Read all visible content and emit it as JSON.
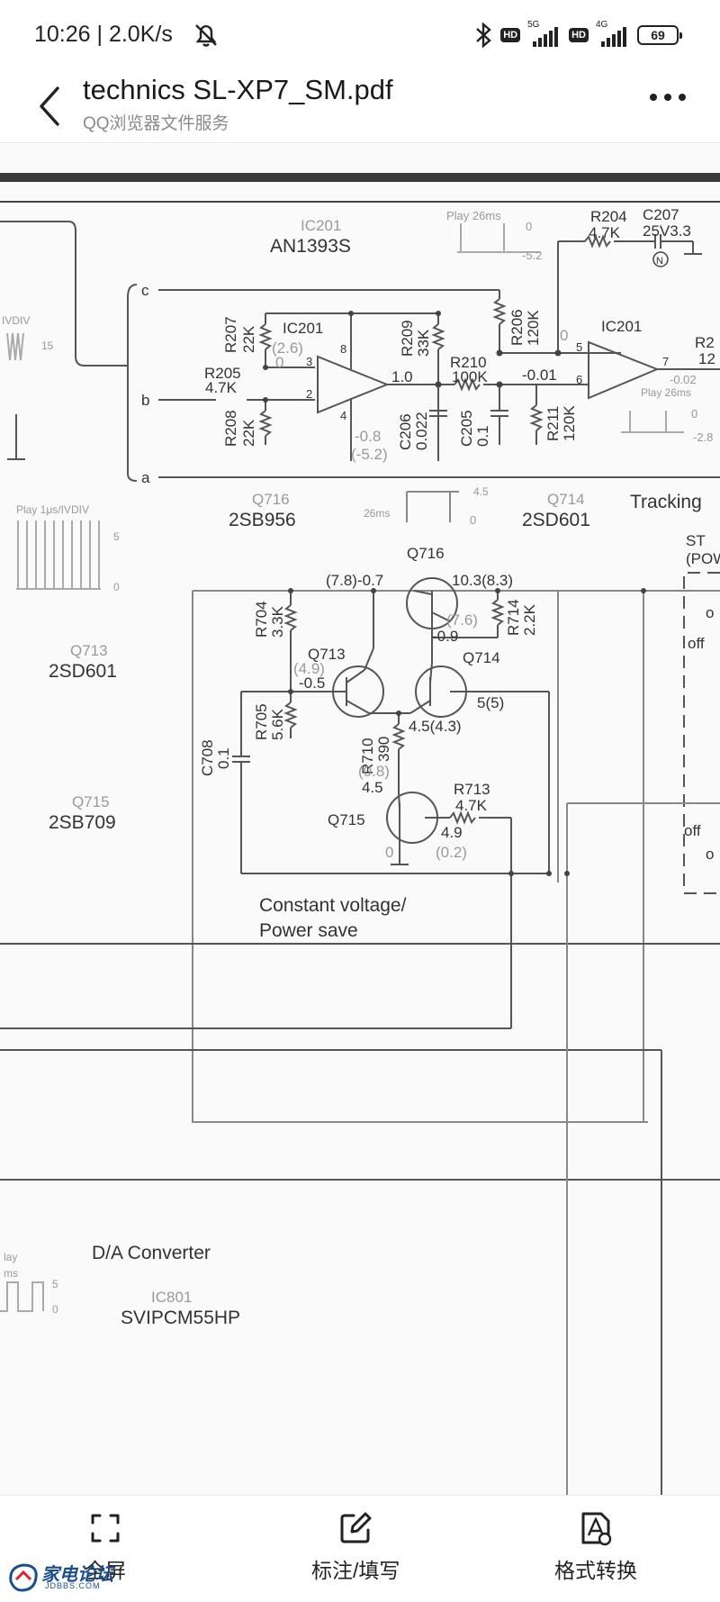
{
  "status_bar": {
    "time": "10:26 | 2.0K/s",
    "network_1": "5G",
    "network_2": "4G",
    "hd_label": "HD",
    "battery": "69",
    "icons": [
      "mute-bell-icon",
      "bluetooth-icon",
      "signal-icon",
      "battery-icon"
    ]
  },
  "header": {
    "title": "technics SL-XP7_SM.pdf",
    "subtitle": "QQ浏览器文件服务"
  },
  "schematic": {
    "labels": {
      "ic201_top": "IC201",
      "an1393s": "AN1393S",
      "play26ms_top": "Play 26ms",
      "v0_top": "0",
      "v_neg52": "-5.2",
      "r204": "R204",
      "r204_val": "4.7K",
      "c207": "C207",
      "c207_val": "25V3.3",
      "n_mark": "N",
      "node_c": "c",
      "node_b": "b",
      "node_a": "a",
      "ivdiv_left": "IVDIV",
      "v15": "15",
      "r207": "R207",
      "r207_val": "22K",
      "ic201_mid": "IC201",
      "v26": "(2.6)",
      "v0_a": "0",
      "pin3": "3",
      "pin2": "2",
      "pin8": "8",
      "pin4": "4",
      "r205": "R205",
      "r205_val": "4.7K",
      "r208": "R208",
      "r208_val": "22K",
      "r209": "R209",
      "r209_val": "33K",
      "v10": "1.0",
      "r210": "R210",
      "r210_val": "100K",
      "r206": "R206",
      "r206_val": "120K",
      "c206": "C206",
      "c206_val": "0.022",
      "c205": "C205",
      "c205_val": "0.1",
      "v_neg08": "-0.8",
      "v_neg52b": "(-5.2)",
      "v_neg001": "-0.01",
      "v0_b": "0",
      "r211": "R211",
      "r211_val": "120K",
      "ic201_right": "IC201",
      "pin5": "5",
      "pin6": "6",
      "pin7": "7",
      "r2x": "R2",
      "r2x_val": "12",
      "v_neg002": "-0.02",
      "play26ms_right": "Play 26ms",
      "v0_c": "0",
      "v_neg28": "-2.8",
      "q716_top": "Q716",
      "sb956": "2SB956",
      "ms26": "26ms",
      "v45_top": "4.5",
      "v0_d": "0",
      "q714_top": "Q714",
      "sd601_top": "2SD601",
      "tracking": "Tracking",
      "st_label": "ST",
      "pow_label": "(POW",
      "play1us": "Play 1μs/IVDIV",
      "v5_left": "5",
      "v0_left": "0",
      "q716": "Q716",
      "v78": "(7.8)-0.7",
      "v103": "10.3(8.3)",
      "r704": "R704",
      "r704_val": "3.3K",
      "r714": "R714",
      "r714_val": "2.2K",
      "v76": "(7.6)",
      "v_neg09": "-0.9",
      "q713_left": "Q713",
      "sd601_left": "2SD601",
      "q713": "Q713",
      "q714": "Q714",
      "v49a": "(4.9)",
      "v_neg05": "-0.5",
      "v55": "5(5)",
      "r705": "R705",
      "r705_val": "5.6K",
      "v4543": "4.5(4.3)",
      "r710": "R710",
      "r710_val": "390",
      "v08": "(0.8)",
      "v45b": "4.5",
      "c708": "C708",
      "c708_val": "0.1",
      "q715_left": "Q715",
      "sb709": "2SB709",
      "q715": "Q715",
      "r713": "R713",
      "r713_val": "4.7K",
      "v49": "4.9",
      "v02": "(0.2)",
      "v0_e": "0",
      "off1": "off",
      "off2": "off",
      "o1": "o",
      "o2": "o",
      "constant_voltage": "Constant voltage/",
      "power_save": "Power save",
      "da_converter": "D/A Converter",
      "ic801": "IC801",
      "svi_pcm": "SVIPCM55HP",
      "play_bottom": "lay",
      "ms_bottom": "ms",
      "v5_bottom": "5",
      "v0_bottom": "0"
    }
  },
  "toolbar": {
    "fullscreen": "全屏",
    "annotate": "标注/填写",
    "convert": "格式转换"
  },
  "watermark": {
    "main": "家电论坛",
    "sub": "JDBBS.COM"
  }
}
